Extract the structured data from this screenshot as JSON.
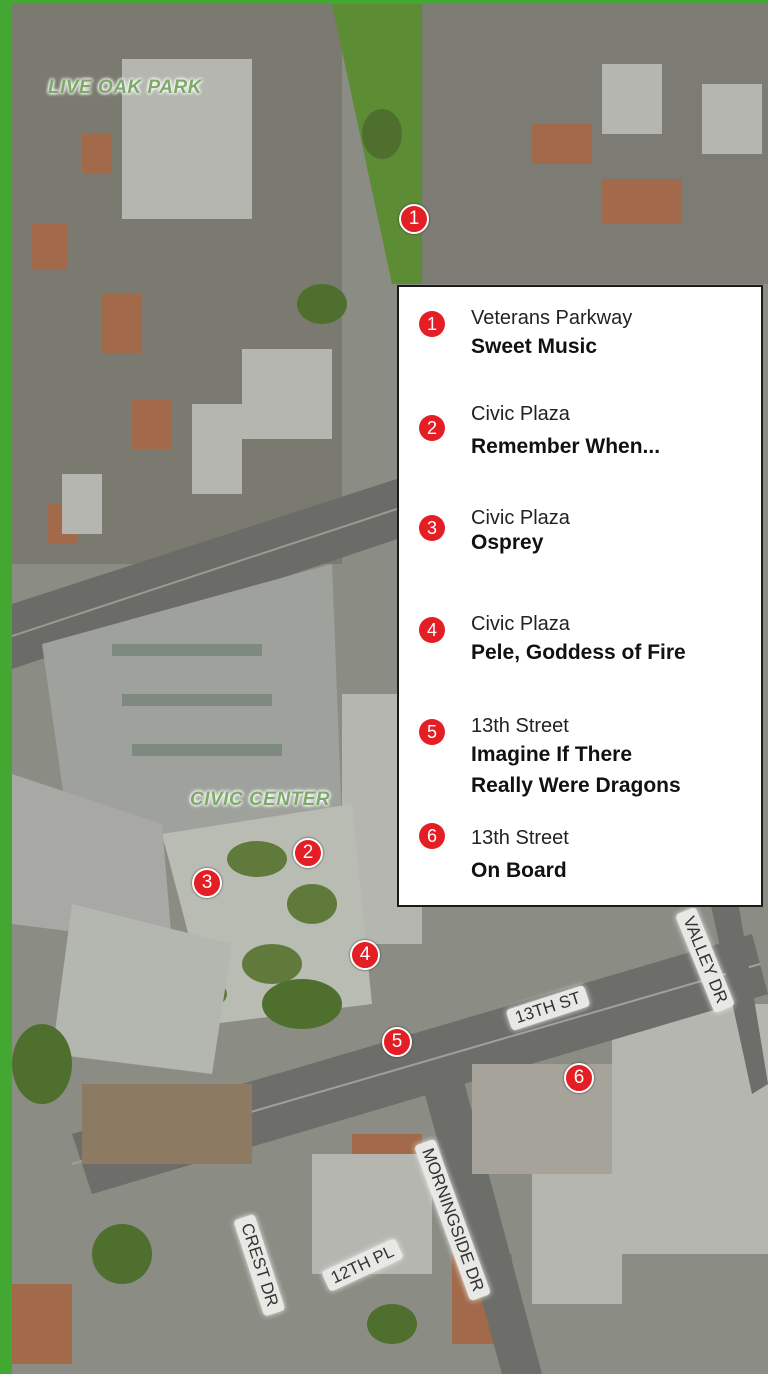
{
  "map": {
    "area_labels": {
      "live_oak_park": "LIVE OAK PARK",
      "civic_center": "CIVIC CENTER"
    },
    "street_labels": {
      "valley_dr": "VALLEY DR",
      "13th_st": "13TH ST",
      "morningside_dr": "MORNINGSIDE DR",
      "crest_dr": "CREST DR",
      "12th_pl": "12TH PL"
    },
    "markers": [
      "1",
      "2",
      "3",
      "4",
      "5",
      "6"
    ]
  },
  "legend": {
    "entries": [
      {
        "number": "1",
        "location": "Veterans Parkway",
        "title": "Sweet Music"
      },
      {
        "number": "2",
        "location": "Civic Plaza",
        "title": "Remember When..."
      },
      {
        "number": "3",
        "location": "Civic Plaza",
        "title": "Osprey"
      },
      {
        "number": "4",
        "location": "Civic Plaza",
        "title": "Pele, Goddess of Fire"
      },
      {
        "number": "5",
        "location": "13th Street",
        "title_line1": "Imagine If There",
        "title_line2": "Really Were Dragons"
      },
      {
        "number": "6",
        "location": "13th Street",
        "title": "On Board"
      }
    ]
  },
  "colors": {
    "marker": "#e31e24",
    "frame_green": "#43a832",
    "park_green": "#5c8c34"
  }
}
